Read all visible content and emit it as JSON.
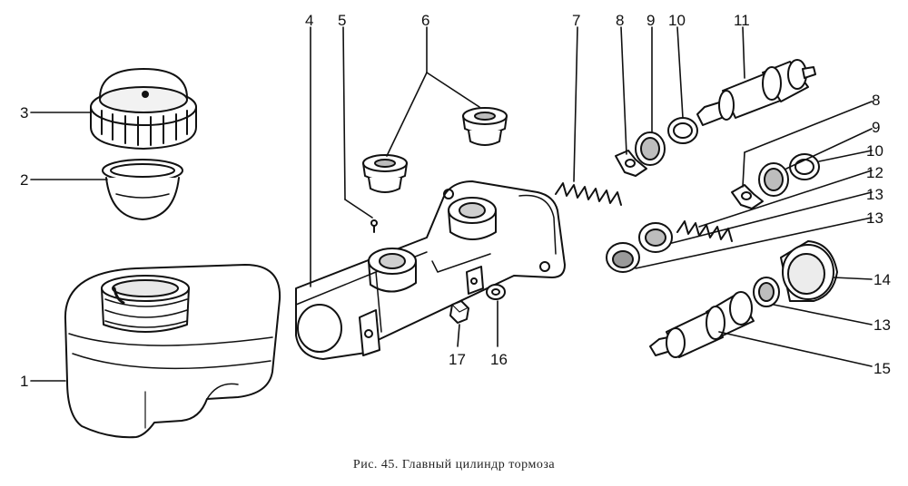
{
  "figure": {
    "caption": "Рис. 45. Главный цилиндр тормоза"
  },
  "callouts": {
    "n1": "1",
    "n2": "2",
    "n3": "3",
    "n4": "4",
    "n5": "5",
    "n6": "6",
    "n7": "7",
    "n8a": "8",
    "n9a": "9",
    "n10a": "10",
    "n11": "11",
    "n8b": "8",
    "n9b": "9",
    "n10b": "10",
    "n12": "12",
    "n13a": "13",
    "n13b": "13",
    "n14": "14",
    "n13c": "13",
    "n15": "15",
    "n16": "16",
    "n17": "17"
  },
  "colors": {
    "ink": "#111111",
    "paper": "#ffffff",
    "shade": "#d9d9d9"
  }
}
